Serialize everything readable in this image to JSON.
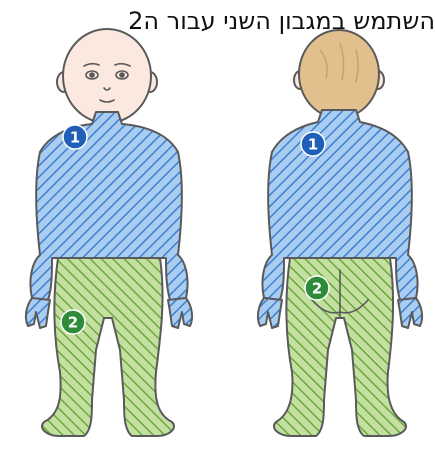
{
  "caption": "השתמש במגבון השני עבור ה2",
  "colors": {
    "zone_1_fill": "#a9cdf0",
    "zone_1_hatch": "#3d7fd0",
    "zone_1_badge": "#1f5fb8",
    "zone_2_fill": "#c4e0a1",
    "zone_2_hatch": "#6da83c",
    "zone_2_badge": "#2e8b3a",
    "skin": "#fbe9e0",
    "hair": "#e2c08e",
    "outline": "#5a5a5a"
  },
  "views": [
    {
      "name": "front",
      "zones": [
        {
          "id": "1",
          "label": "1"
        },
        {
          "id": "2",
          "label": "2"
        }
      ]
    },
    {
      "name": "back",
      "zones": [
        {
          "id": "1",
          "label": "1"
        },
        {
          "id": "2",
          "label": "2"
        }
      ]
    }
  ]
}
